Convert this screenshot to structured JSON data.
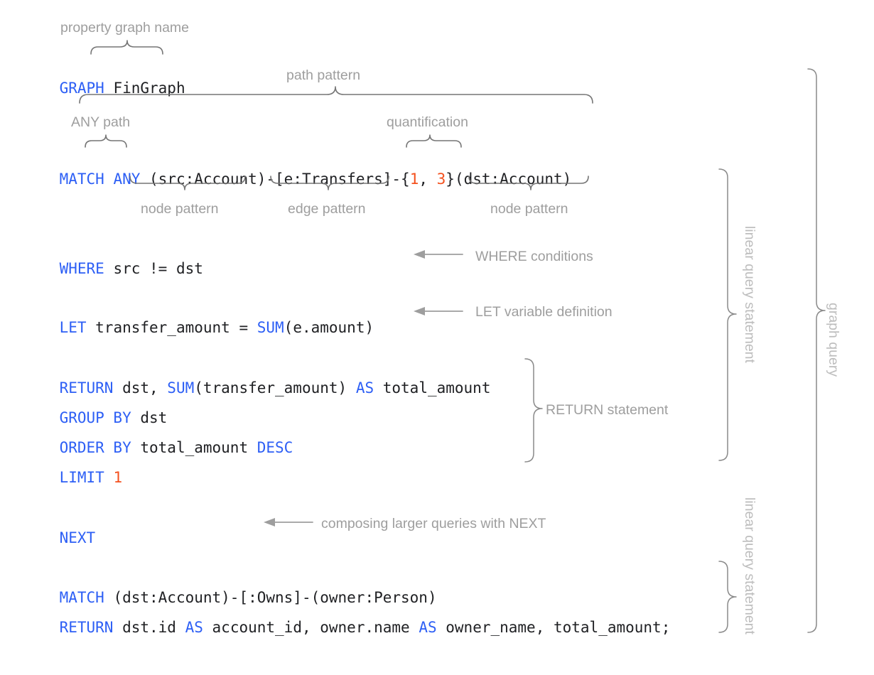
{
  "diagram": {
    "title_context": "GQL graph query anatomy",
    "colors": {
      "keyword": "#2d5ff5",
      "literal": "#f4511e",
      "code_text": "#202124",
      "annotation": "#9e9e9e",
      "brace": "#757575",
      "background": "#ffffff"
    }
  },
  "code_lines": {
    "graph": {
      "kw": "GRAPH",
      "rest": " FinGraph"
    },
    "match": {
      "kw1": "MATCH",
      "kw2": "ANY",
      "node_src": " (src:Account)-[e:Transfers]-{",
      "q_lo": "1",
      "q_sep": ", ",
      "q_hi": "3",
      "node_dst": "}(dst:Account)"
    },
    "where": {
      "kw": "WHERE",
      "rest": " src != dst"
    },
    "let": {
      "kw": "LET",
      "mid": " transfer_amount = ",
      "fn": "SUM",
      "tail": "(e.amount)"
    },
    "return1": {
      "kw": "RETURN",
      "mid": " dst, ",
      "fn": "SUM",
      "mid2": "(transfer_amount) ",
      "as": "AS",
      "tail": " total_amount"
    },
    "groupby": {
      "kw": "GROUP BY",
      "rest": " dst"
    },
    "orderby": {
      "kw": "ORDER BY",
      "mid": " total_amount ",
      "kw2": "DESC"
    },
    "limit": {
      "kw": "LIMIT",
      "num": " 1"
    },
    "next": {
      "kw": "NEXT"
    },
    "match2": {
      "kw": "MATCH",
      "rest": " (dst:Account)-[:Owns]-(owner:Person)"
    },
    "return2": {
      "kw": "RETURN",
      "mid": " dst.id ",
      "as1": "AS",
      "mid2": " account_id, owner.name ",
      "as2": "AS",
      "tail": " owner_name, total_amount;"
    }
  },
  "annotations": {
    "property_graph_name": "property graph name",
    "path_pattern": "path pattern",
    "any_path": "ANY path",
    "quantification": "quantification",
    "node_pattern_left": "node pattern",
    "edge_pattern": "edge pattern",
    "node_pattern_right": "node pattern",
    "where_conditions": "WHERE conditions",
    "let_variable_definition": "LET variable definition",
    "return_statement": "RETURN statement",
    "composing_next": "composing larger queries with NEXT",
    "linear_query_statement_1": "linear query statement",
    "linear_query_statement_2": "linear query statement",
    "graph_query": "graph query"
  }
}
